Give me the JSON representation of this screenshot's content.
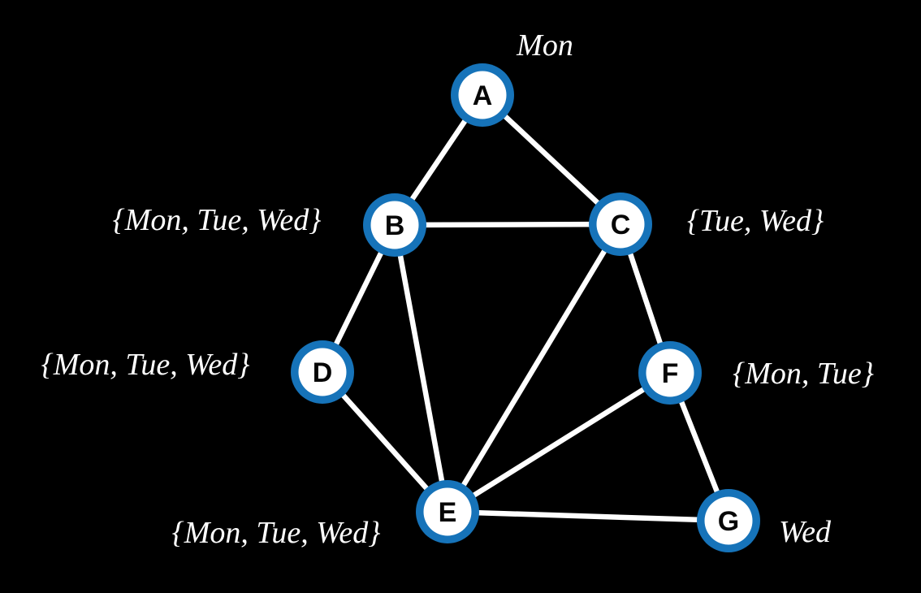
{
  "diagram": {
    "kind": "constraint-graph",
    "colors": {
      "background": "#000000",
      "node_ring": "#1673b9",
      "node_fill": "#ffffff",
      "node_letter": "#060606",
      "edge": "#ffffff",
      "label_text": "#ffffff"
    },
    "nodes": [
      {
        "id": "A",
        "domain": "Mon"
      },
      {
        "id": "B",
        "domain": "{Mon, Tue, Wed}"
      },
      {
        "id": "C",
        "domain": "{Tue, Wed}"
      },
      {
        "id": "D",
        "domain": "{Mon, Tue, Wed}"
      },
      {
        "id": "E",
        "domain": "{Mon, Tue, Wed}"
      },
      {
        "id": "F",
        "domain": "{Mon, Tue}"
      },
      {
        "id": "G",
        "domain": "Wed"
      }
    ],
    "edges": [
      {
        "source": "A",
        "target": "B"
      },
      {
        "source": "A",
        "target": "C"
      },
      {
        "source": "B",
        "target": "C"
      },
      {
        "source": "B",
        "target": "D"
      },
      {
        "source": "B",
        "target": "E"
      },
      {
        "source": "C",
        "target": "E"
      },
      {
        "source": "C",
        "target": "F"
      },
      {
        "source": "D",
        "target": "E"
      },
      {
        "source": "E",
        "target": "F"
      },
      {
        "source": "E",
        "target": "G"
      },
      {
        "source": "F",
        "target": "G"
      }
    ]
  }
}
